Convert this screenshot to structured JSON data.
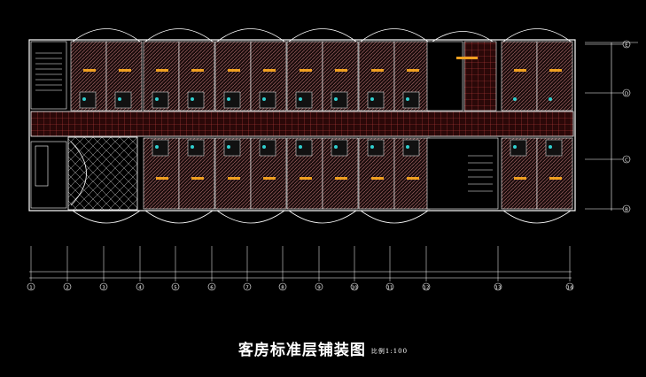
{
  "drawing": {
    "title": "客房标准层铺装图",
    "scale_note": "比例1:100"
  },
  "grid": {
    "bottom_axes": [
      "1",
      "2",
      "3",
      "4",
      "5",
      "6",
      "7",
      "8",
      "9",
      "10",
      "11",
      "12",
      "13",
      "14"
    ],
    "right_axes": [
      "E",
      "D",
      "C",
      "B"
    ]
  },
  "colors": {
    "background": "#000000",
    "walls": "#ffffff",
    "floor_hatch": "#8b5a5a",
    "corridor_tile": "#b03030",
    "room_label": "#f0a020",
    "fixtures": "#30d0d0",
    "dimension": "#ffffff"
  }
}
